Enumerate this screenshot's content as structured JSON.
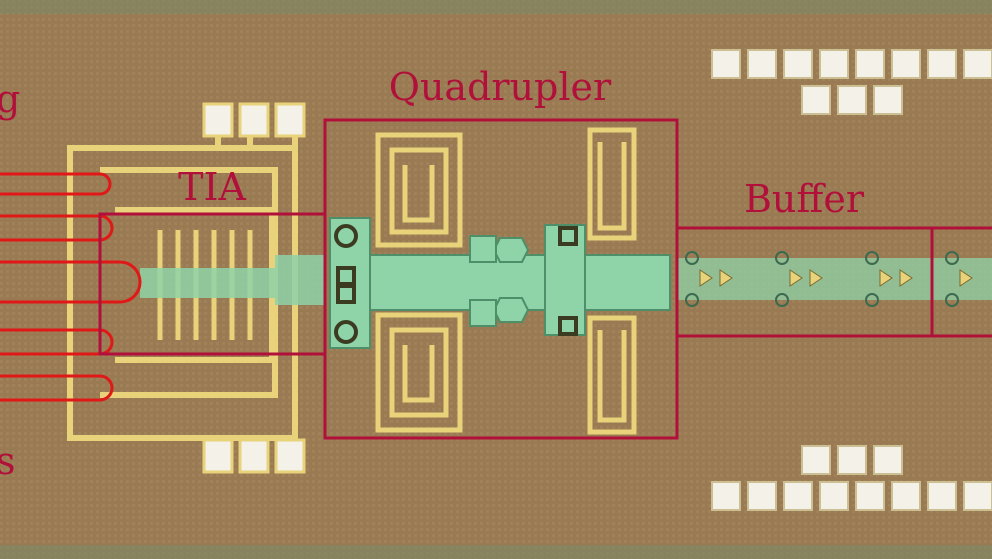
{
  "labels": {
    "quadrupler": "Quadrupler",
    "tia": "TIA",
    "buffer": "Buffer",
    "left_top_fragment": "g",
    "left_bottom_fragment": "s"
  },
  "colors": {
    "die_background": "#9a7a52",
    "metal_gold": "#e8d27a",
    "pad_white": "#f4f2e8",
    "active_green": "#8fd3a8",
    "annotation_box": "#b0103a",
    "fiber_red": "#e01818"
  }
}
